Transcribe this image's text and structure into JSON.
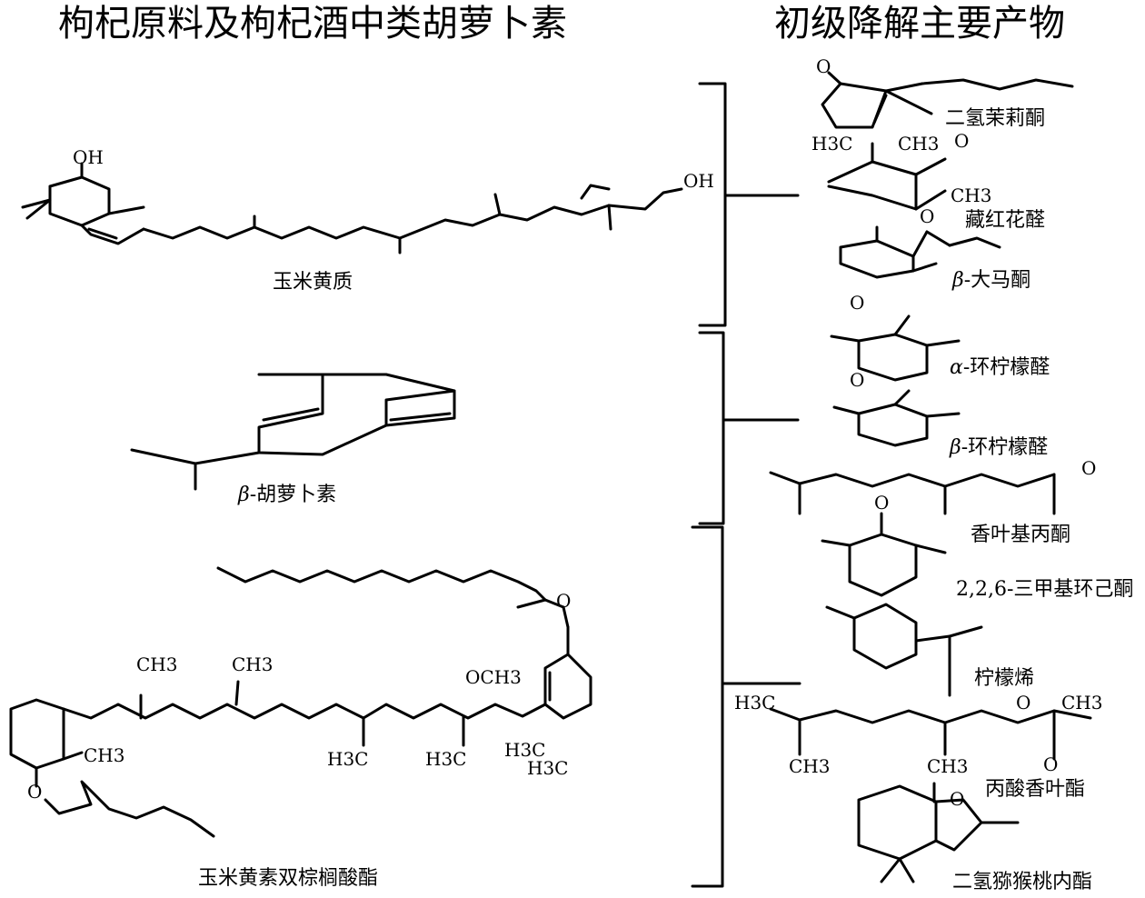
{
  "header": {
    "left": "枸杞原料及枸杞酒中类胡萝卜素",
    "right": "初级降解主要产物"
  },
  "carotenoids": [
    {
      "id": "zeaxanthin",
      "name": "玉米黄质"
    },
    {
      "id": "beta-carotene",
      "name_prefix": "β",
      "name": "-胡萝卜素"
    },
    {
      "id": "zeaxanthin-dipalmitate",
      "name": "玉米黄素双棕榈酸酯"
    }
  ],
  "products": [
    {
      "id": "dihydrojasmone",
      "name": "二氢茉莉酮"
    },
    {
      "id": "safranal",
      "name": "藏红花醛"
    },
    {
      "id": "beta-damascone",
      "name_prefix": "β",
      "name": "-大马酮"
    },
    {
      "id": "alpha-cyclocitral",
      "name_prefix": "α",
      "name": "-环柠檬醛"
    },
    {
      "id": "beta-cyclocitral",
      "name_prefix": "β",
      "name": "-环柠檬醛"
    },
    {
      "id": "geranylacetone",
      "name": "香叶基丙酮"
    },
    {
      "id": "trimethylcyclohexanone",
      "name": "2,2,6-三甲基环己酮"
    },
    {
      "id": "limonene",
      "name": "柠檬烯"
    },
    {
      "id": "geranyl-acetate",
      "name": "丙酸香叶酯"
    },
    {
      "id": "dihydroactinidiolide",
      "name": "二氢猕猴桃内酯"
    }
  ],
  "atom_labels": {
    "oh": "OH",
    "o": "O",
    "och3": "OCH3",
    "ch3": "CH3",
    "h3c": "H3C"
  }
}
